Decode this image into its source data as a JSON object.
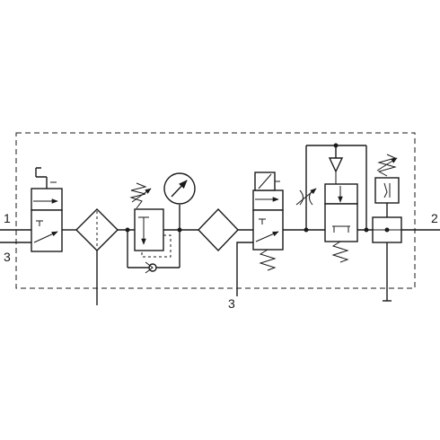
{
  "ports": {
    "inlet": "1",
    "exhaust_left": "3",
    "exhaust_bottom": "3",
    "outlet": "2"
  },
  "components": [
    {
      "id": "shutoff-valve",
      "icon": "manual-3-2-valve"
    },
    {
      "id": "filter",
      "icon": "filter-diamond"
    },
    {
      "id": "pressure-regulator",
      "icon": "relief-regulator"
    },
    {
      "id": "pressure-gauge",
      "icon": "gauge"
    },
    {
      "id": "filter-2",
      "icon": "filter-diamond"
    },
    {
      "id": "solenoid-valve",
      "icon": "solenoid-3-2-valve"
    },
    {
      "id": "throttle",
      "icon": "adjustable-throttle"
    },
    {
      "id": "soft-start-valve",
      "icon": "pilot-2-2-valve"
    },
    {
      "id": "pressure-switch",
      "icon": "pressure-switch"
    },
    {
      "id": "branch-module",
      "icon": "distributor-block"
    }
  ]
}
